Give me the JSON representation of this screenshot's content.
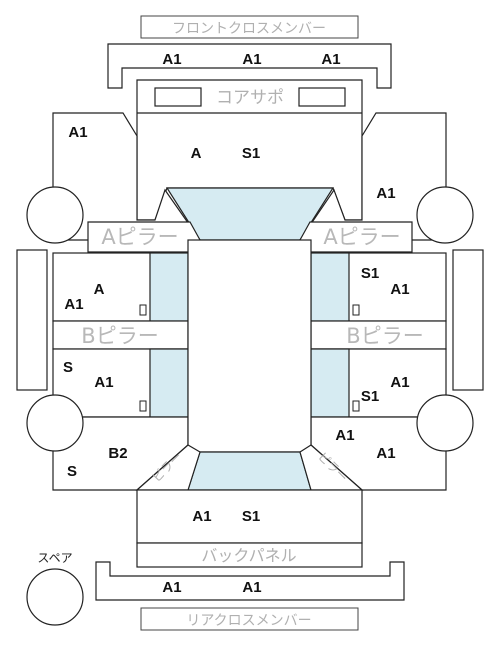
{
  "labels": {
    "front_cross_member": "フロントクロスメンバー",
    "core_support": "コアサポ",
    "a_pillar_left": "Aピラー",
    "a_pillar_right": "Aピラー",
    "b_pillar_left": "Bピラー",
    "b_pillar_right": "Bピラー",
    "c_pillar": "ピラー",
    "back_panel": "バックパネル",
    "rear_cross_member": "リアクロスメンバー",
    "spare": "スペア"
  },
  "grades": {
    "front_cross_member": [
      "A1",
      "A1",
      "A1"
    ],
    "front_section": [
      "A",
      "S1"
    ],
    "front_left_fender": "A1",
    "front_right_fender": "A1",
    "front_left_door": [
      "A1",
      "A"
    ],
    "rear_left_door": [
      "S",
      "A1"
    ],
    "front_right_door": [
      "S1",
      "A1"
    ],
    "rear_right_door": [
      "A1",
      "S1"
    ],
    "rear_left_quarter": [
      "B2",
      "S"
    ],
    "rear_right_quarter": [
      "A1",
      "A1"
    ],
    "rear_section": [
      "A1",
      "S1"
    ],
    "rear_cross_member": [
      "A1",
      "A1"
    ]
  },
  "colors": {
    "glass": "#d6ebf2",
    "outline": "#222222",
    "label_grey": "#b0b0b0"
  }
}
